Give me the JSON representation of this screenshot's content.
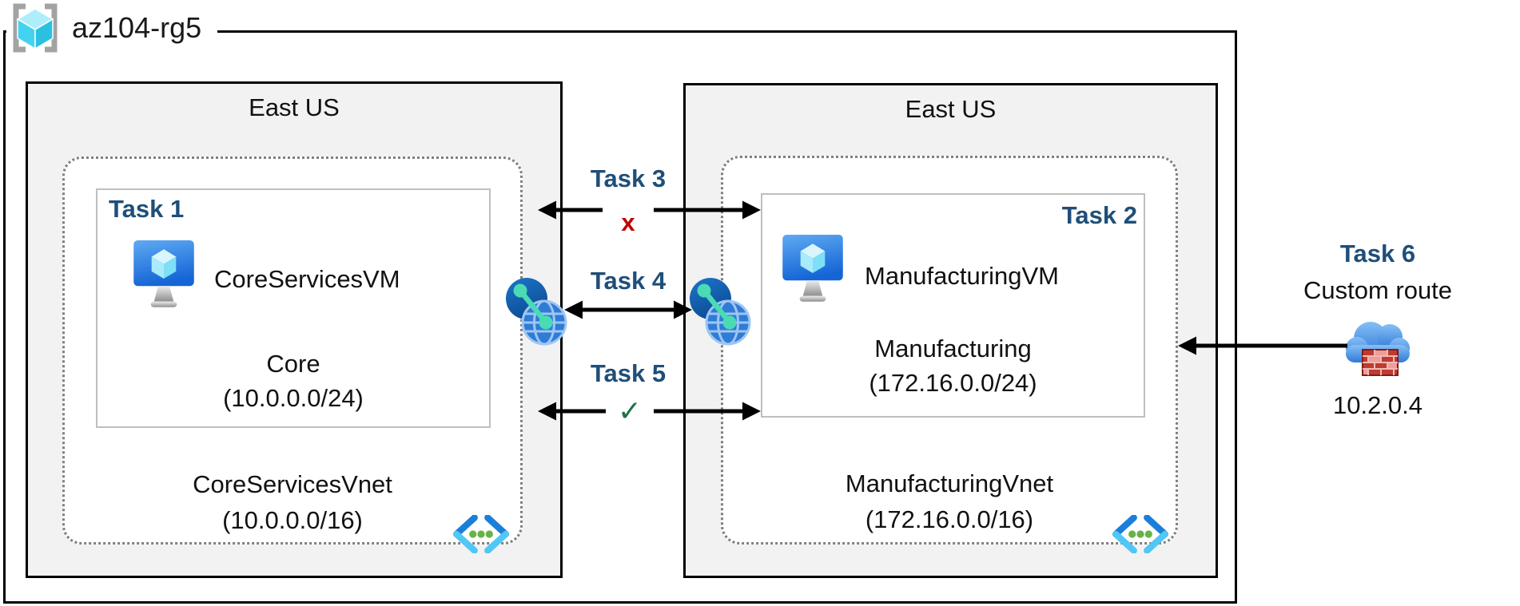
{
  "resource_group": {
    "name": "az104-rg5"
  },
  "regions": {
    "left": {
      "name": "East US",
      "subnet": {
        "task_label": "Task 1",
        "vm_name": "CoreServicesVM",
        "subnet_name": "Core",
        "subnet_cidr": "(10.0.0.0/24)"
      },
      "vnet_name": "CoreServicesVnet",
      "vnet_cidr": "(10.0.0.0/16)"
    },
    "right": {
      "name": "East US",
      "subnet": {
        "task_label": "Task 2",
        "vm_name": "ManufacturingVM",
        "subnet_name": "Manufacturing",
        "subnet_cidr": "(172.16.0.0/24)"
      },
      "vnet_name": "ManufacturingVnet",
      "vnet_cidr": "(172.16.0.0/16)"
    }
  },
  "connections": {
    "task3_label": "Task 3",
    "task3_status": "x",
    "task4_label": "Task 4",
    "task5_label": "Task 5",
    "task5_status": "✓"
  },
  "custom_route": {
    "task_label": "Task 6",
    "title": "Custom route",
    "ip": "10.2.0.4"
  },
  "icons": {
    "resource_group": "resource-group-icon",
    "vm": "virtual-machine-icon",
    "vnet": "virtual-network-icon",
    "peering": "vnet-peering-icon",
    "nva": "cloud-firewall-icon"
  },
  "colors": {
    "task_label": "#1F4E79",
    "error_x": "#C00000",
    "success_check": "#1E7145",
    "region_fill": "#F2F2F2",
    "subnet_border": "#BFBFBF",
    "vnet_border": "#7F7F7F",
    "arrow": "#000000"
  }
}
